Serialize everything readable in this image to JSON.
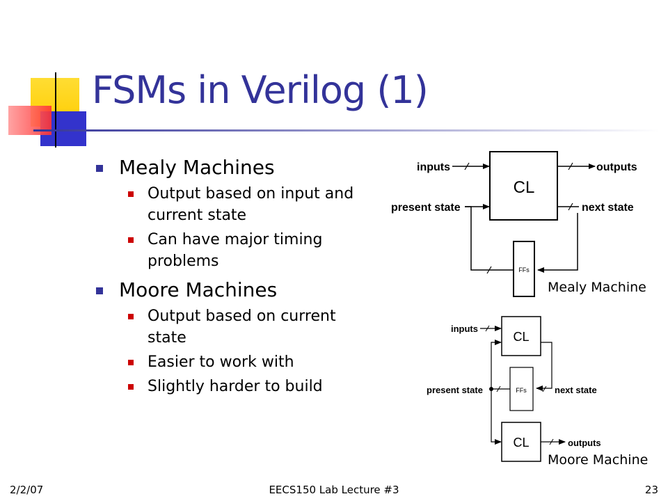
{
  "slide": {
    "title": "FSMs in Verilog (1)",
    "bullets": {
      "mealy": {
        "label": "Mealy Machines",
        "sub": [
          "Output based on input and current state",
          "Can have major timing problems"
        ]
      },
      "moore": {
        "label": "Moore Machines",
        "sub": [
          "Output based on current state",
          "Easier to work with",
          "Slightly harder to build"
        ]
      }
    },
    "mealy_diagram": {
      "inputs": "inputs",
      "outputs": "outputs",
      "cl": "CL",
      "present_state": "present state",
      "next_state": "next state",
      "ffs": "FFs",
      "caption": "Mealy Machine"
    },
    "moore_diagram": {
      "inputs": "inputs",
      "cl_top": "CL",
      "present_state": "present state",
      "ffs": "FFs",
      "next_state": "next state",
      "cl_bottom": "CL",
      "outputs": "outputs",
      "caption": "Moore Machine"
    },
    "footer": {
      "date": "2/2/07",
      "course": "EECS150 Lab Lecture #3",
      "page": "23"
    },
    "colors": {
      "title": "#333399",
      "bullet1": "#333399",
      "bullet2": "#cc0000",
      "accent_yellow": "#ffcc00",
      "accent_red": "#ff3333",
      "accent_blue": "#3333cc"
    }
  }
}
